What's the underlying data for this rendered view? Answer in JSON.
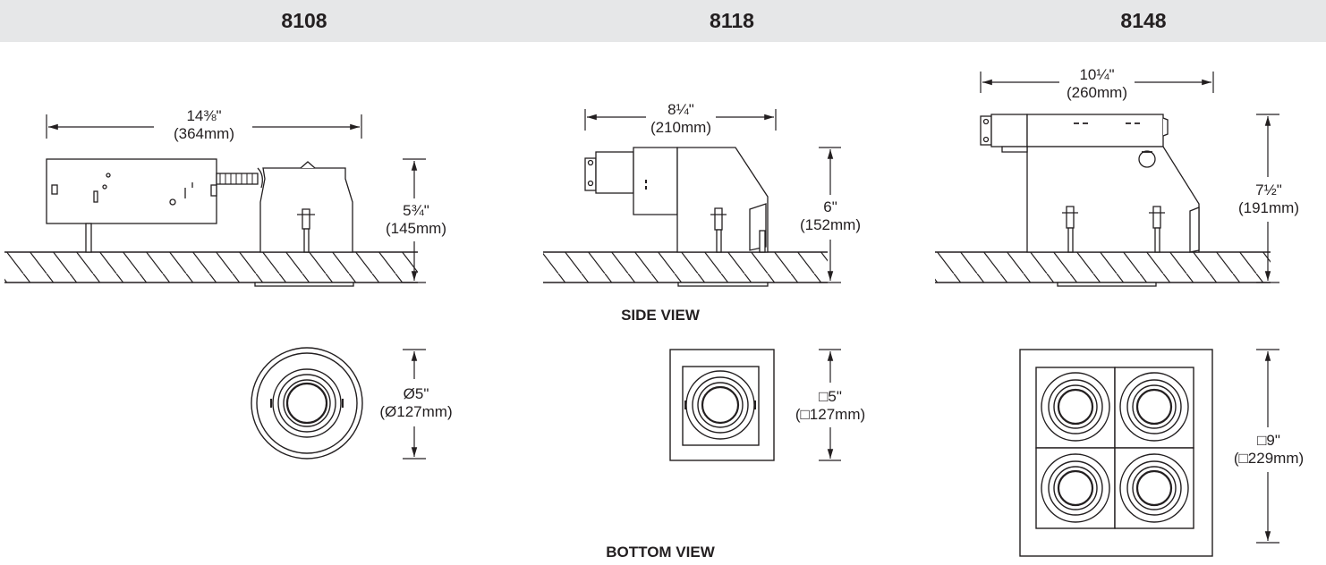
{
  "models": [
    {
      "name": "8108"
    },
    {
      "name": "8118"
    },
    {
      "name": "8148"
    }
  ],
  "views": {
    "side": "SIDE VIEW",
    "bottom": "BOTTOM VIEW"
  },
  "dimensions": {
    "m8108_width": {
      "in": "14⅜\"",
      "mm": "(364mm)"
    },
    "m8108_height": {
      "in": "5¾\"",
      "mm": "(145mm)"
    },
    "m8108_diameter": {
      "in": "Ø5\"",
      "mm": "(Ø127mm)"
    },
    "m8118_width": {
      "in": "8¼\"",
      "mm": "(210mm)"
    },
    "m8118_height": {
      "in": "6\"",
      "mm": "(152mm)"
    },
    "m8118_square": {
      "in": "□5\"",
      "mm": "(□127mm)"
    },
    "m8148_width": {
      "in": "10¼\"",
      "mm": "(260mm)"
    },
    "m8148_height": {
      "in": "7½\"",
      "mm": "(191mm)"
    },
    "m8148_square": {
      "in": "□9\"",
      "mm": "(□229mm)"
    }
  }
}
